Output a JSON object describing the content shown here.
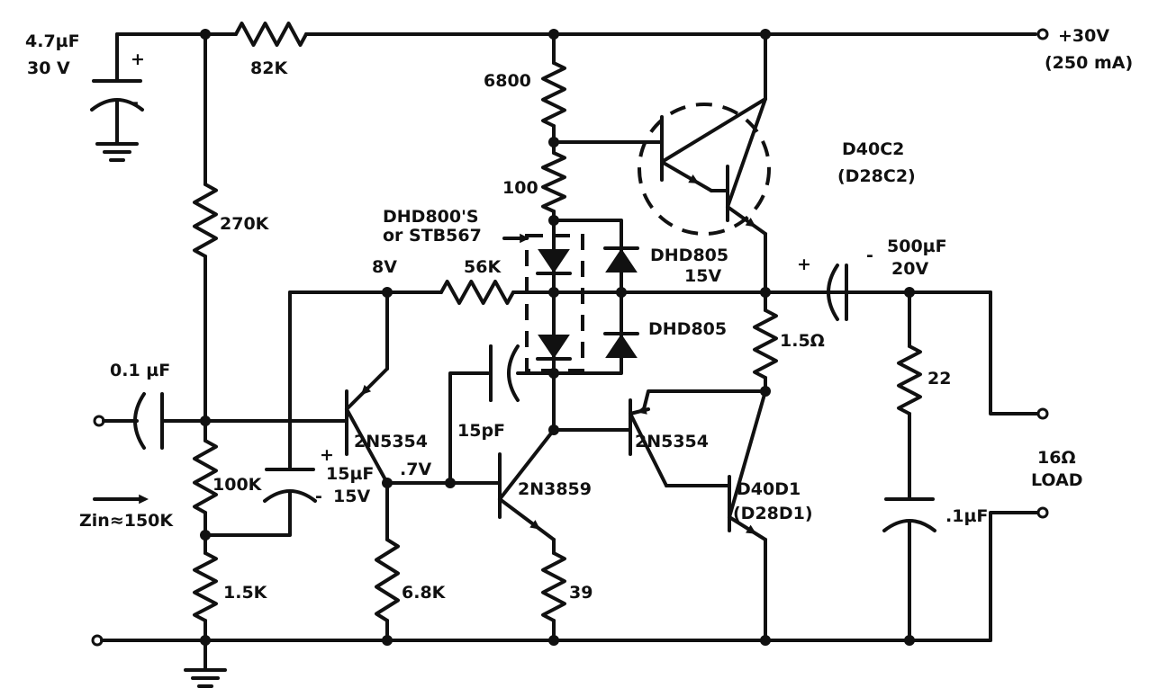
{
  "supply": {
    "voltage": "+30V",
    "current": "(250 mA)"
  },
  "components": {
    "c_supply": {
      "value": "4.7µF",
      "rating": "30 V",
      "plus": "+",
      "minus": "-"
    },
    "r_82k": "82K",
    "r_270k": "270K",
    "r_100k": "100K",
    "r_1_5k": "1.5K",
    "r_6800": "6800",
    "r_100": "100",
    "r_56k": "56K",
    "r_6_8k": "6.8K",
    "r_39": "39",
    "r_1_5ohm": "1.5Ω",
    "r_22": "22",
    "c_in": "0.1 µF",
    "c_15uf": {
      "value": "15µF",
      "rating": "15V",
      "plus": "+",
      "minus": "-"
    },
    "c_15pf": "15pF",
    "c_out": {
      "value": "500µF",
      "rating": "20V",
      "plus": "+",
      "minus": "-"
    },
    "c_01uf": ".1µF",
    "q_darlington": {
      "part": "D40C2",
      "alt": "(D28C2)"
    },
    "q1": "2N5354",
    "q2": "2N3859",
    "q3": "2N5354",
    "q_out": {
      "part": "D40D1",
      "alt": "(D28D1)"
    },
    "diodes_pair": {
      "line1": "DHD800'S",
      "line2": "or STB567"
    },
    "diode_a": "DHD805",
    "diode_b": "DHD805"
  },
  "nodes": {
    "v8": "8V",
    "v15": "15V",
    "v07": ".7V"
  },
  "input": {
    "impedance": "Zin≈150K"
  },
  "load": {
    "line1": "16Ω",
    "line2": "LOAD"
  }
}
